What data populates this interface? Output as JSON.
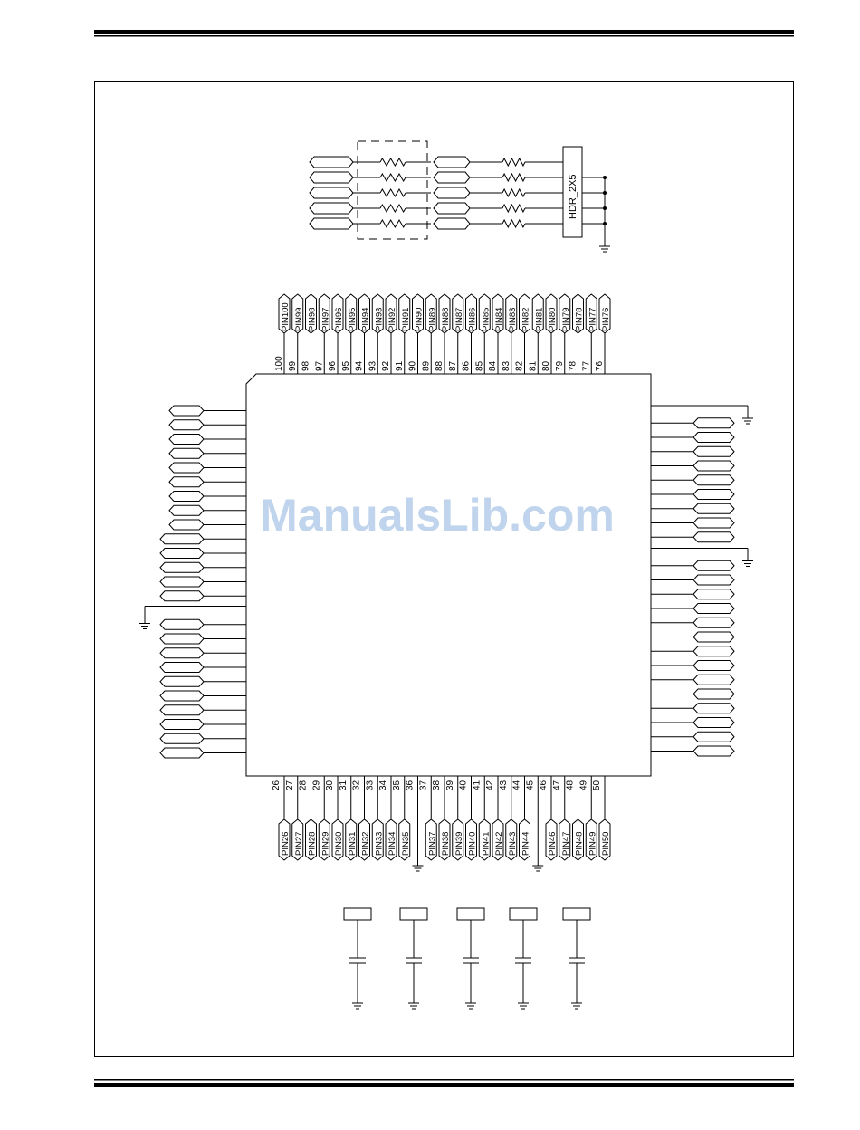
{
  "header": {
    "label": "HDR_2X5"
  },
  "chip": {
    "top_pins": [
      {
        "num": "100",
        "label": "PIN100"
      },
      {
        "num": "99",
        "label": "PIN99"
      },
      {
        "num": "98",
        "label": "PIN98"
      },
      {
        "num": "97",
        "label": "PIN97"
      },
      {
        "num": "96",
        "label": "PIN96"
      },
      {
        "num": "95",
        "label": "PIN95"
      },
      {
        "num": "94",
        "label": "PIN94"
      },
      {
        "num": "93",
        "label": "PIN93"
      },
      {
        "num": "92",
        "label": "PIN92"
      },
      {
        "num": "91",
        "label": "PIN91"
      },
      {
        "num": "90",
        "label": "PIN90"
      },
      {
        "num": "89",
        "label": "PIN89"
      },
      {
        "num": "88",
        "label": "PIN88"
      },
      {
        "num": "87",
        "label": "PIN87"
      },
      {
        "num": "86",
        "label": "PIN86"
      },
      {
        "num": "85",
        "label": "PIN85"
      },
      {
        "num": "84",
        "label": "PIN84"
      },
      {
        "num": "83",
        "label": "PIN83"
      },
      {
        "num": "82",
        "label": "PIN82"
      },
      {
        "num": "81",
        "label": "PIN81"
      },
      {
        "num": "80",
        "label": "PIN80"
      },
      {
        "num": "79",
        "label": "PIN79"
      },
      {
        "num": "78",
        "label": "PIN78"
      },
      {
        "num": "77",
        "label": "PIN77"
      },
      {
        "num": "76",
        "label": "PIN76"
      }
    ],
    "bottom_pins": [
      {
        "num": "26",
        "label": "PIN26"
      },
      {
        "num": "27",
        "label": "PIN27"
      },
      {
        "num": "28",
        "label": "PIN28"
      },
      {
        "num": "29",
        "label": "PIN29"
      },
      {
        "num": "30",
        "label": "PIN30"
      },
      {
        "num": "31",
        "label": "PIN31"
      },
      {
        "num": "32",
        "label": "PIN32"
      },
      {
        "num": "33",
        "label": "PIN33"
      },
      {
        "num": "34",
        "label": "PIN34"
      },
      {
        "num": "35",
        "label": "PIN35"
      },
      {
        "num": "36",
        "label": "",
        "gnd": true
      },
      {
        "num": "37",
        "label": "PIN37"
      },
      {
        "num": "38",
        "label": "PIN38"
      },
      {
        "num": "39",
        "label": "PIN39"
      },
      {
        "num": "40",
        "label": "PIN40"
      },
      {
        "num": "41",
        "label": "PIN41"
      },
      {
        "num": "42",
        "label": "PIN42"
      },
      {
        "num": "43",
        "label": "PIN43"
      },
      {
        "num": "44",
        "label": "PIN44"
      },
      {
        "num": "45",
        "label": "",
        "gnd": true
      },
      {
        "num": "46",
        "label": "PIN46"
      },
      {
        "num": "47",
        "label": "PIN47"
      },
      {
        "num": "48",
        "label": "PIN48"
      },
      {
        "num": "49",
        "label": "PIN49"
      },
      {
        "num": "50",
        "label": "PIN50"
      }
    ],
    "left_pins": [
      {
        "type": "long"
      },
      {
        "type": "long"
      },
      {
        "type": "long"
      },
      {
        "type": "long"
      },
      {
        "type": "long"
      },
      {
        "type": "long"
      },
      {
        "type": "long"
      },
      {
        "type": "long"
      },
      {
        "type": "long"
      },
      {
        "type": "short"
      },
      {
        "type": "short"
      },
      {
        "type": "short"
      },
      {
        "type": "short"
      },
      {
        "type": "short"
      },
      {
        "type": "gnd"
      },
      {
        "type": "short"
      },
      {
        "type": "short"
      },
      {
        "type": "short"
      },
      {
        "type": "short"
      },
      {
        "type": "short"
      },
      {
        "type": "short"
      },
      {
        "type": "short"
      },
      {
        "type": "short"
      },
      {
        "type": "short"
      },
      {
        "type": "short"
      }
    ],
    "right_pins": [
      {
        "type": "gnd"
      },
      {
        "type": "long"
      },
      {
        "type": "long"
      },
      {
        "type": "long"
      },
      {
        "type": "long"
      },
      {
        "type": "long"
      },
      {
        "type": "long"
      },
      {
        "type": "long"
      },
      {
        "type": "long"
      },
      {
        "type": "long"
      },
      {
        "type": "gnd"
      },
      {
        "type": "long"
      },
      {
        "type": "long"
      },
      {
        "type": "long"
      },
      {
        "type": "long"
      },
      {
        "type": "long"
      },
      {
        "type": "long"
      },
      {
        "type": "long"
      },
      {
        "type": "long"
      },
      {
        "type": "long"
      },
      {
        "type": "long"
      },
      {
        "type": "long"
      },
      {
        "type": "long"
      },
      {
        "type": "long"
      },
      {
        "type": "long"
      }
    ]
  },
  "watermark": "ManualsLib.com",
  "colors": {
    "ink": "#000000",
    "watermark": "#9fbfe4"
  }
}
